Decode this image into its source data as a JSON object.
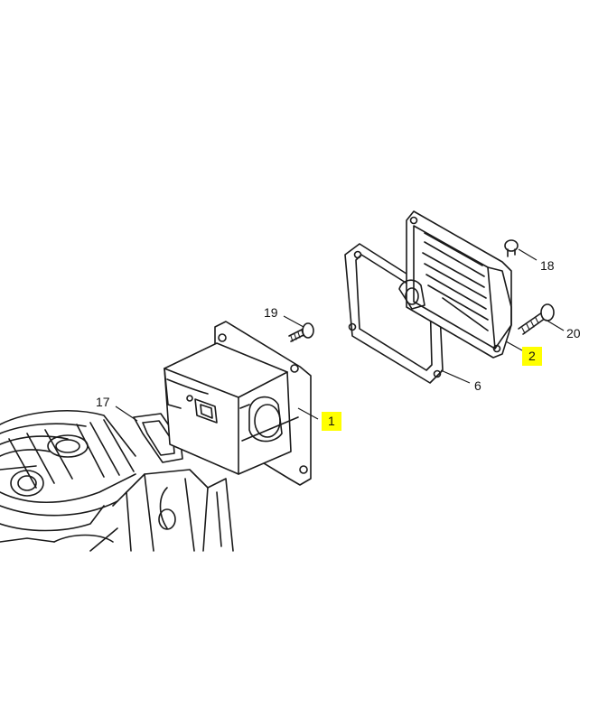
{
  "callouts": [
    {
      "id": "1",
      "label": "1",
      "highlighted": true
    },
    {
      "id": "2",
      "label": "2",
      "highlighted": true
    },
    {
      "id": "6",
      "label": "6",
      "highlighted": false
    },
    {
      "id": "17",
      "label": "17",
      "highlighted": false
    },
    {
      "id": "18",
      "label": "18",
      "highlighted": false
    },
    {
      "id": "19",
      "label": "19",
      "highlighted": false
    },
    {
      "id": "20",
      "label": "20",
      "highlighted": false
    }
  ],
  "colors": {
    "highlight": "#ffff00",
    "line": "#1a1a1a",
    "background": "#ffffff"
  }
}
